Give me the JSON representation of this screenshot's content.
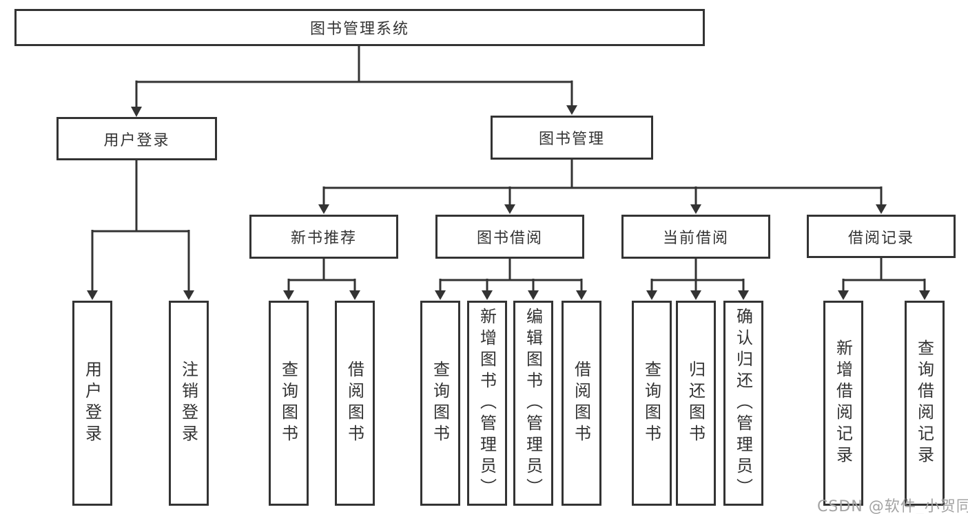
{
  "diagram": {
    "title": "图书管理系统",
    "tree": {
      "root": {
        "label": "图书管理系统"
      },
      "branches": [
        {
          "label": "用户登录",
          "children": [
            {
              "label": "用户登录"
            },
            {
              "label": "注销登录"
            }
          ]
        },
        {
          "label": "图书管理",
          "groups": [
            {
              "label": "新书推荐",
              "children": [
                {
                  "label": "查询图书"
                },
                {
                  "label": "借阅图书"
                }
              ]
            },
            {
              "label": "图书借阅",
              "children": [
                {
                  "label": "查询图书"
                },
                {
                  "label": "新增图书（管理员）"
                },
                {
                  "label": "编辑图书（管理员）"
                },
                {
                  "label": "借阅图书"
                }
              ]
            },
            {
              "label": "当前借阅",
              "children": [
                {
                  "label": "查询图书"
                },
                {
                  "label": "归还图书"
                },
                {
                  "label": "确认归还（管理员）"
                }
              ]
            },
            {
              "label": "借阅记录",
              "children": [
                {
                  "label": "新增借阅记录"
                },
                {
                  "label": "查询借阅记录"
                }
              ]
            }
          ]
        }
      ]
    },
    "colors": {
      "line": "#333333",
      "box_border": "#333333",
      "box_fill": "#ffffff",
      "text": "#333333",
      "watermark": "#a3a3a3"
    }
  },
  "watermark": {
    "text": "CSDN @软件_小贺同学"
  }
}
